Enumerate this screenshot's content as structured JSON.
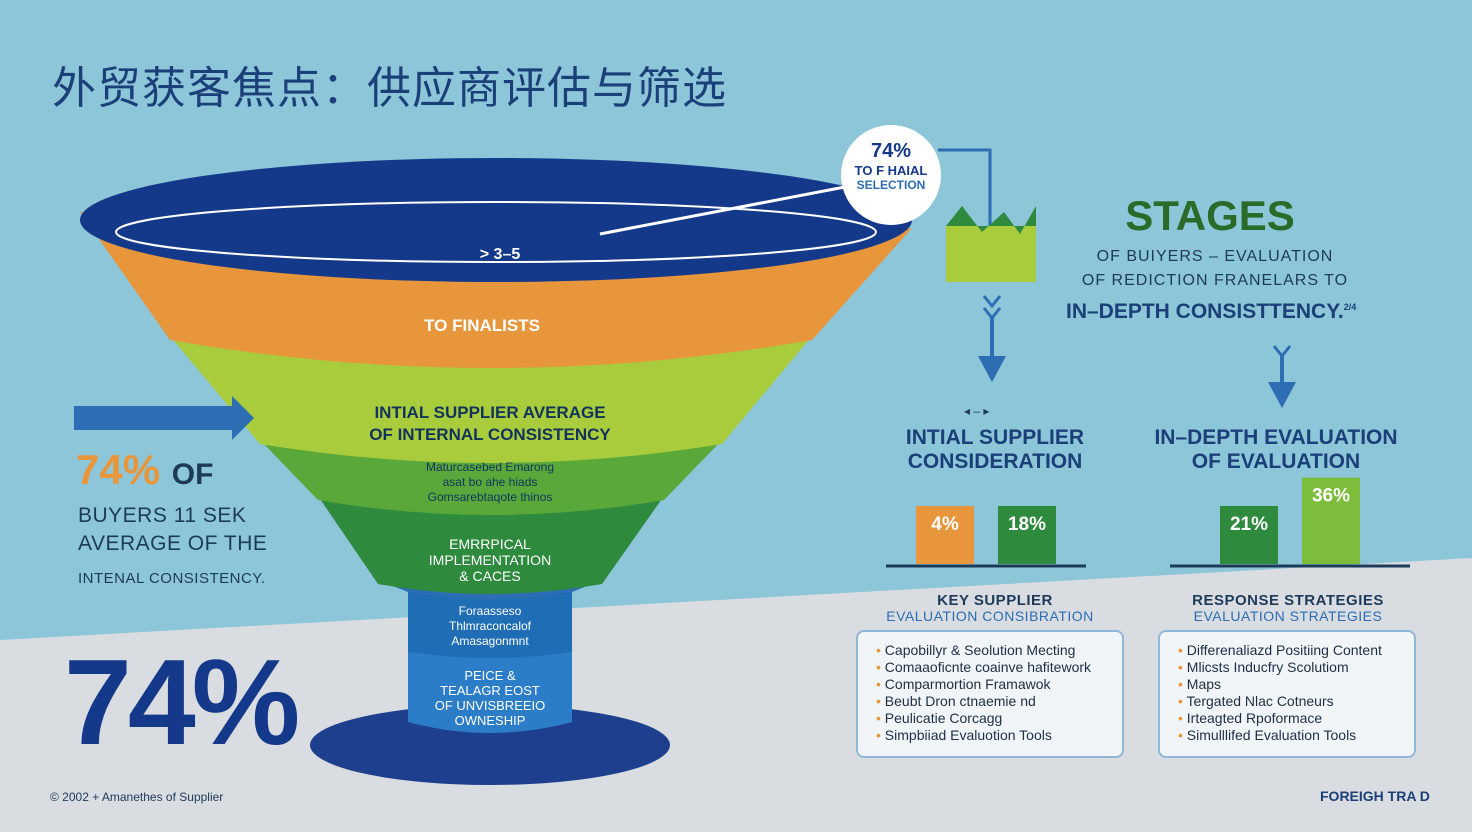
{
  "title": "外贸获客焦点：供应商评估与筛选",
  "funnel": {
    "top_label": "> 3–5",
    "orange_label": "TO FINALISTS",
    "green_light_label": [
      "INTIAL SUPPLIER AVERAGE",
      "OF INTERNAL CONSISTENCY"
    ],
    "green_mid_label": [
      "Maturcasebed Emarong",
      "asat bo ahe hiads",
      "Gomsarebtaqote thinos"
    ],
    "green_dark_label": [
      "EMRRPICAL",
      "IMPLEMENTATION",
      "& CACES"
    ],
    "blue_mid_label": [
      "Foraasseso",
      "Thlmraconcalof",
      "Amasagonmnt"
    ],
    "blue_low_label": [
      "PEICE &",
      "TEALAGR EOST",
      "OF UNVISBREEIO",
      "OWNESHIP"
    ]
  },
  "callout": {
    "percent": "74%",
    "line1": "TO F HAIAL",
    "line2": "SELECTION"
  },
  "left_stats": {
    "percent": "74%",
    "percent_suffix": "OF",
    "line1": "BUYERS  11 SEK",
    "line2": "AVERAGE OF  THE",
    "line3": "INTENAL CONSISTENCY.",
    "big_number": "74%"
  },
  "stages": {
    "title": "STAGES",
    "line1": "OF BUIYERS – EVALUATION",
    "line2": "OF REDICTION FRANELARS TO",
    "line3": "IN–DEPTH CONSISTTENCY.",
    "superscript": "2/4"
  },
  "col_left": {
    "arrows": "◂  –  ▸",
    "title": [
      "INTIAL SUPPLIER",
      "CONSIDERATION"
    ],
    "bars": [
      {
        "label": "4%",
        "value": 4,
        "color": "#e8963c"
      },
      {
        "label": "18%",
        "value": 18,
        "color": "#2e8b3e"
      }
    ],
    "section_title": "KEY SUPPLIER",
    "section_sub": "EVALUATION CONSIBRATION",
    "items": [
      "Capobillyr & Seolution Mecting",
      "Comaaoficnte coainve hafitework",
      "Comparmortion Framawok",
      "Beubt Dron ctnaemie nd",
      "Peulicatie Corcagg",
      "Simpbiiad Evaluotion Tools"
    ]
  },
  "col_right": {
    "title": [
      "IN–DEPTH EVALUATION",
      "OF EVALUATION"
    ],
    "bars": [
      {
        "label": "21%",
        "value": 21,
        "color": "#2e8b3e"
      },
      {
        "label": "36%",
        "value": 36,
        "color": "#7cbd3c"
      }
    ],
    "section_title": "RESPONSE STRATEGIES",
    "section_sub": "EVALUATION STRATEGIES",
    "items": [
      "Differenaliazd Positiing Content",
      "Mlicsts  Inducfry Scolutiom",
      "Maps",
      "Tergated Nlac Cotneurs",
      "Irteagted Rpoformace",
      "Simulllifed Evaluation Tools"
    ]
  },
  "footer": "© 2002 + Amanethes of Supplier",
  "brand": "FOREIGH TRA D",
  "colors": {
    "sky": "#8cc6d8",
    "navy": "#14398a",
    "orange": "#e8963c",
    "lime": "#a8cc3c",
    "green": "#2e8b3e",
    "blue": "#2c6db3"
  }
}
